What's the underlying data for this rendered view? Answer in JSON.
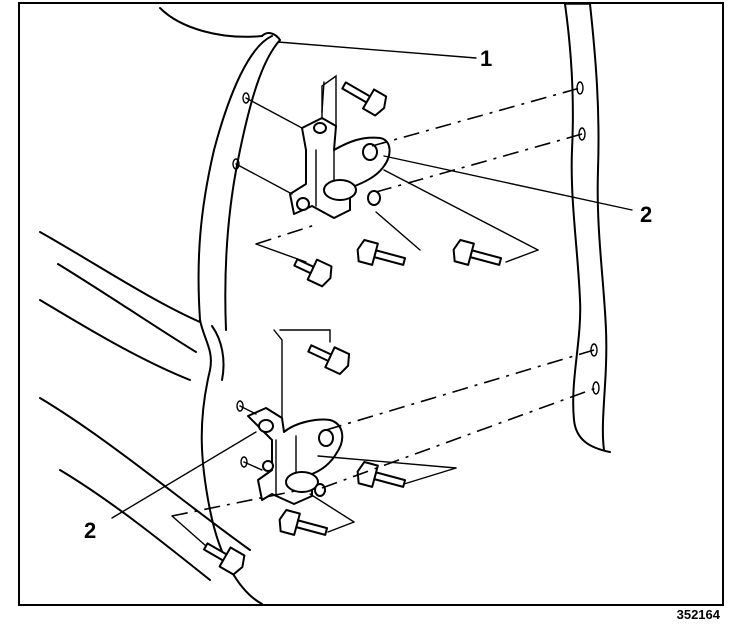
{
  "callouts": [
    {
      "id": "callout-1",
      "label": "1"
    },
    {
      "id": "callout-2-upper",
      "label": "2"
    },
    {
      "id": "callout-2-lower",
      "label": "2"
    }
  ],
  "figure_number": "352164"
}
